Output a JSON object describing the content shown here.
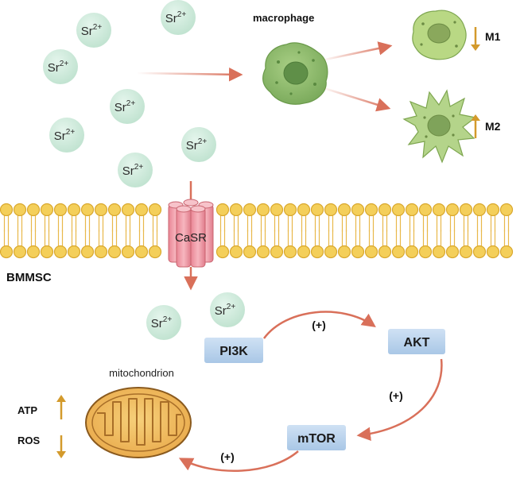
{
  "ion": {
    "symbol": "Sr",
    "charge": "2+"
  },
  "labels": {
    "macrophage": "macrophage",
    "m1": "M1",
    "m2": "M2",
    "receptor": "CaSR",
    "cell": "BMMSC",
    "mitochondrion": "mitochondrion",
    "atp": "ATP",
    "ros": "ROS"
  },
  "pathway": {
    "nodes": [
      "PI3K",
      "AKT",
      "mTOR"
    ],
    "effect": "(+)"
  },
  "trends": {
    "m1": "down",
    "m2": "up",
    "atp": "up",
    "ros": "down"
  },
  "colors": {
    "ion_fill": "#cdeadb",
    "membrane_head": "#f2c94c",
    "receptor": "#f19aa7",
    "arrow": "#d9705a",
    "trend_arrow": "#d39a2c",
    "box_fill": "#b9d4ee",
    "mito_fill": "#f0b85a",
    "macrophage_fill": "#8cb86a"
  }
}
